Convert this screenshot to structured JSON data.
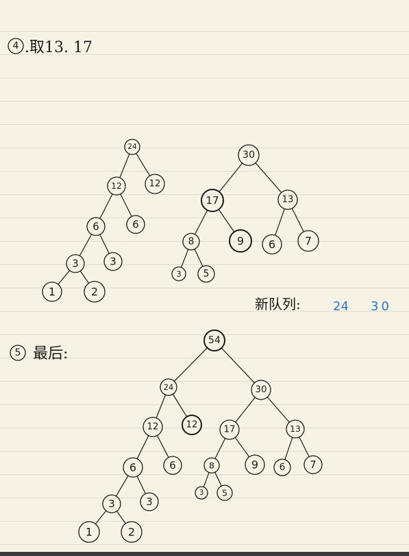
{
  "heading_step4": {
    "marker": "4",
    "text": ".取13. 17"
  },
  "heading_step5": {
    "marker": "5",
    "text": "最后:"
  },
  "queue": {
    "label": "新队列:",
    "values": [
      "24",
      "30"
    ]
  },
  "trees": [
    {
      "id": "tree-24",
      "nodes": [
        {
          "id": "a24",
          "label": "24",
          "parent": null
        },
        {
          "id": "a12l",
          "label": "12",
          "parent": "a24"
        },
        {
          "id": "a12r",
          "label": "12",
          "parent": "a24"
        },
        {
          "id": "a6l",
          "label": "6",
          "parent": "a12l"
        },
        {
          "id": "a6r",
          "label": "6",
          "parent": "a12l"
        },
        {
          "id": "a3l",
          "label": "3",
          "parent": "a6l"
        },
        {
          "id": "a3r",
          "label": "3",
          "parent": "a6l"
        },
        {
          "id": "a1",
          "label": "1",
          "parent": "a3l"
        },
        {
          "id": "a2",
          "label": "2",
          "parent": "a3l"
        }
      ]
    },
    {
      "id": "tree-30",
      "nodes": [
        {
          "id": "b30",
          "label": "30",
          "parent": null
        },
        {
          "id": "b17",
          "label": "17",
          "parent": "b30"
        },
        {
          "id": "b13",
          "label": "13",
          "parent": "b30"
        },
        {
          "id": "b8",
          "label": "8",
          "parent": "b17"
        },
        {
          "id": "b9",
          "label": "9",
          "parent": "b17"
        },
        {
          "id": "b6",
          "label": "6",
          "parent": "b13"
        },
        {
          "id": "b7",
          "label": "7",
          "parent": "b13"
        },
        {
          "id": "b3",
          "label": "3",
          "parent": "b8"
        },
        {
          "id": "b5",
          "label": "5",
          "parent": "b8"
        }
      ]
    },
    {
      "id": "tree-54",
      "nodes": [
        {
          "id": "c54",
          "label": "54",
          "parent": null
        },
        {
          "id": "c24",
          "label": "24",
          "parent": "c54"
        },
        {
          "id": "c30",
          "label": "30",
          "parent": "c54"
        },
        {
          "id": "c12l",
          "label": "12",
          "parent": "c24"
        },
        {
          "id": "c12r",
          "label": "12",
          "parent": "c24"
        },
        {
          "id": "c17",
          "label": "17",
          "parent": "c30"
        },
        {
          "id": "c13",
          "label": "13",
          "parent": "c30"
        },
        {
          "id": "c6l",
          "label": "6",
          "parent": "c12l"
        },
        {
          "id": "c6r",
          "label": "6",
          "parent": "c12l"
        },
        {
          "id": "c8",
          "label": "8",
          "parent": "c17"
        },
        {
          "id": "c9",
          "label": "9",
          "parent": "c17"
        },
        {
          "id": "c6b",
          "label": "6",
          "parent": "c13"
        },
        {
          "id": "c7",
          "label": "7",
          "parent": "c13"
        },
        {
          "id": "c3l",
          "label": "3",
          "parent": "c6l"
        },
        {
          "id": "c3r",
          "label": "3",
          "parent": "c6l"
        },
        {
          "id": "c3s",
          "label": "3",
          "parent": "c8"
        },
        {
          "id": "c5",
          "label": "5",
          "parent": "c8"
        },
        {
          "id": "c1",
          "label": "1",
          "parent": "c3l"
        },
        {
          "id": "c2",
          "label": "2",
          "parent": "c3l"
        }
      ]
    }
  ]
}
